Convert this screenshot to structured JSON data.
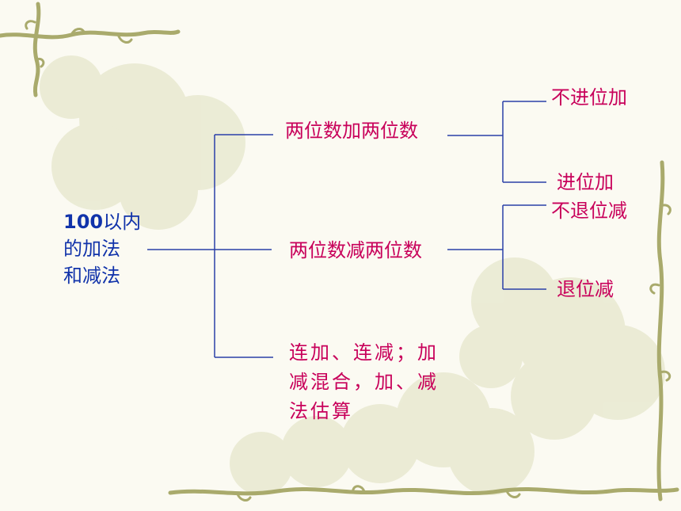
{
  "diagram": {
    "root": {
      "number": "100",
      "line1_rest": "以内",
      "line2": "的加法",
      "line3": "和减法"
    },
    "branches": [
      {
        "label": "两位数加两位数",
        "children": [
          "不进位加",
          "进位加"
        ]
      },
      {
        "label": "两位数减两位数",
        "children": [
          "不退位减",
          "退位减"
        ]
      },
      {
        "label_lines": [
          "连加、连减；加",
          "减混合，加、减",
          "法估算"
        ]
      }
    ]
  },
  "colors": {
    "root_text": "#1133aa",
    "branch_text": "#c8005a",
    "lines": "#1133aa",
    "background": "#fbfaf2",
    "vine": "#a8aa6a",
    "flower": "#e3e4c8"
  }
}
